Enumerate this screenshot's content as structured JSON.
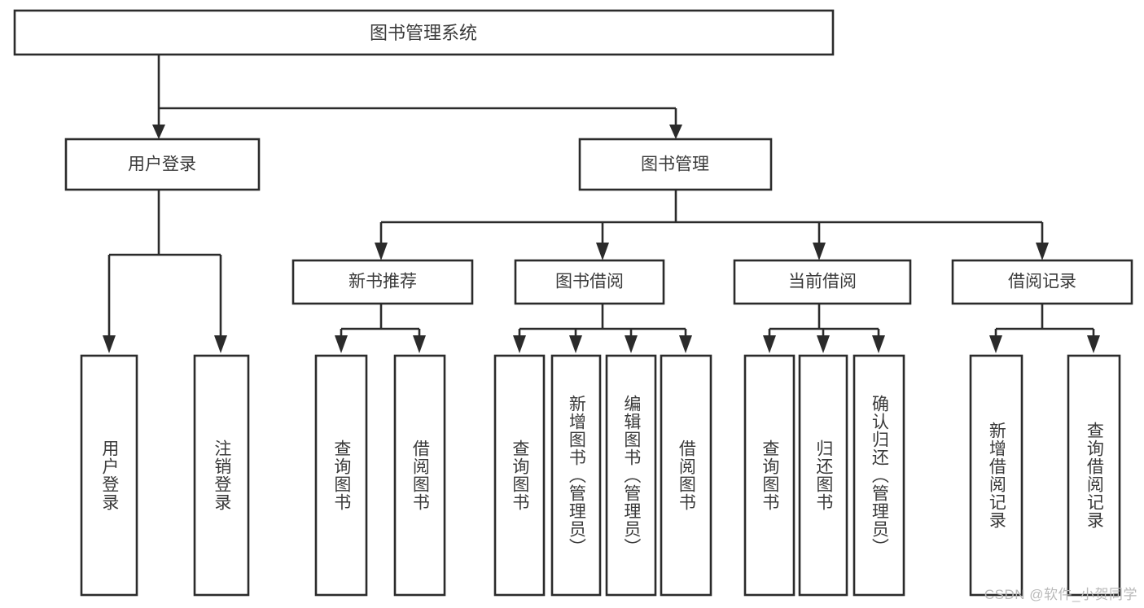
{
  "diagram": {
    "title": "图书管理系统",
    "type": "tree",
    "watermark": "CSDN @软件_小贺同学",
    "root": {
      "label": "图书管理系统"
    },
    "level2": [
      {
        "label": "用户登录"
      },
      {
        "label": "图书管理"
      }
    ],
    "level3": [
      {
        "label": "新书推荐"
      },
      {
        "label": "图书借阅"
      },
      {
        "label": "当前借阅"
      },
      {
        "label": "借阅记录"
      }
    ],
    "leaves": {
      "user_login": [
        {
          "label": "用户登录"
        },
        {
          "label": "注销登录"
        }
      ],
      "new_book_recommend": [
        {
          "label": "查询图书"
        },
        {
          "label": "借阅图书"
        }
      ],
      "book_borrow": [
        {
          "label": "查询图书"
        },
        {
          "label": "新增图书（管理员）"
        },
        {
          "label": "编辑图书（管理员）"
        },
        {
          "label": "借阅图书"
        }
      ],
      "current_borrow": [
        {
          "label": "查询图书"
        },
        {
          "label": "归还图书"
        },
        {
          "label": "确认归还（管理员）"
        }
      ],
      "borrow_record": [
        {
          "label": "新增借阅记录"
        },
        {
          "label": "查询借阅记录"
        }
      ]
    },
    "colors": {
      "stroke": "#2b2b2b",
      "box_fill": "#ffffff",
      "text": "#3a3a3a",
      "watermark": "#b9b9b9",
      "background": "#ffffff"
    }
  }
}
